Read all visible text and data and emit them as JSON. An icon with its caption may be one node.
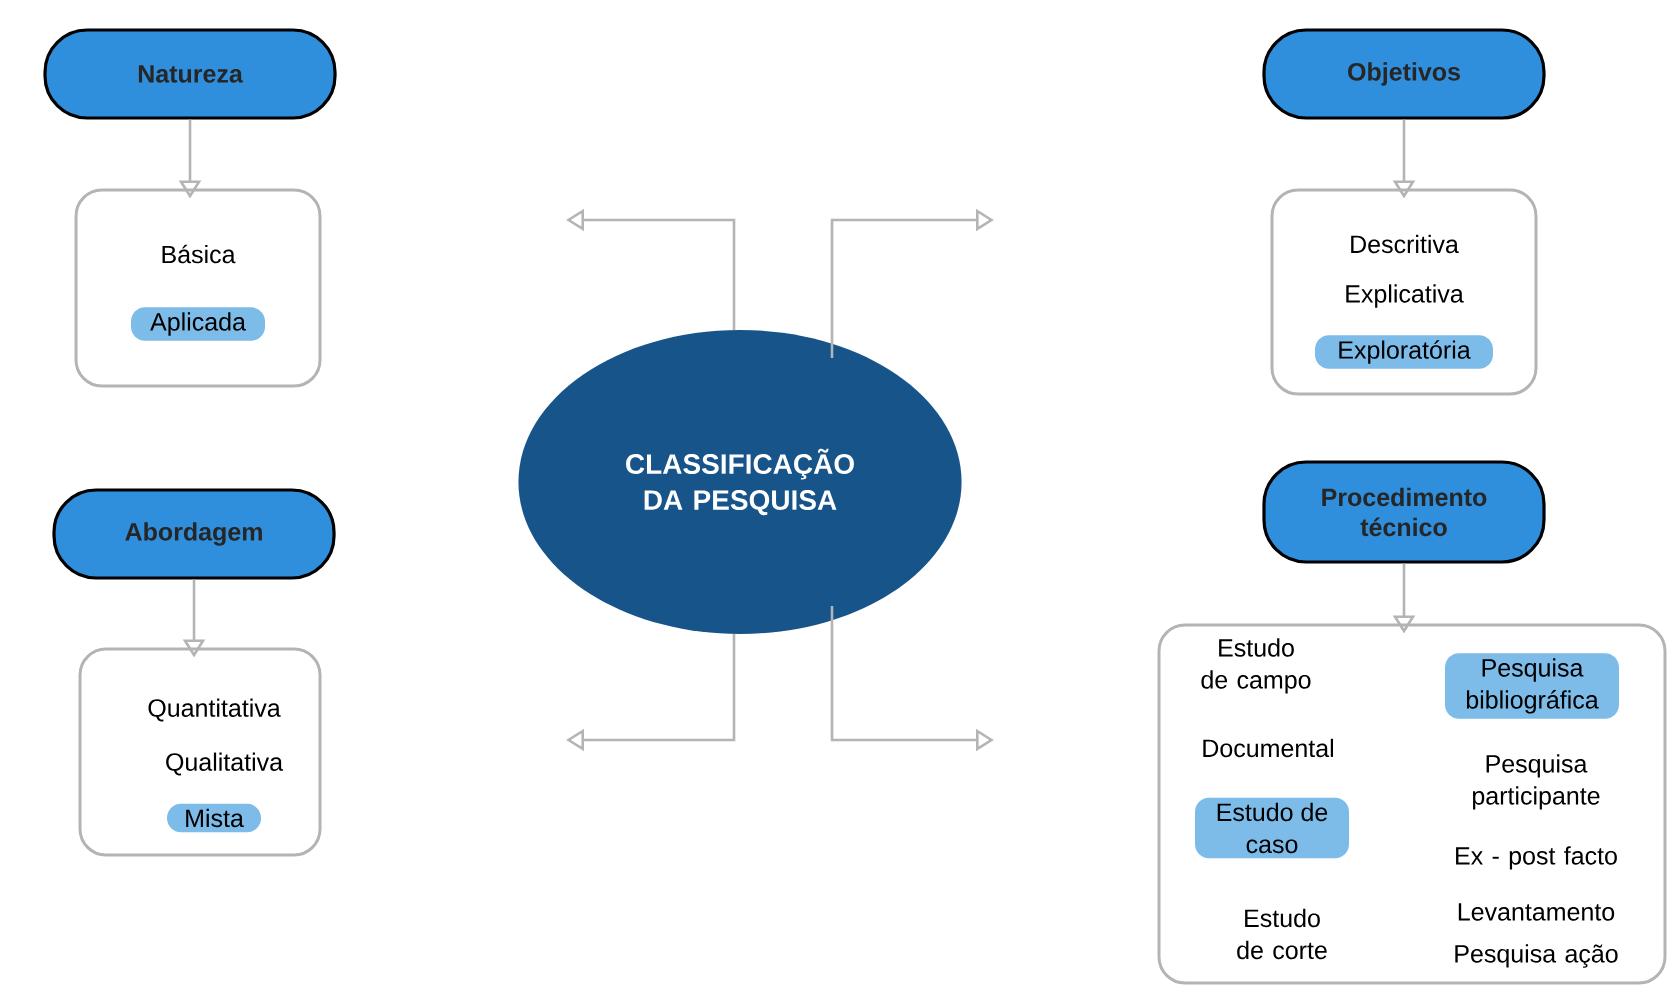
{
  "diagram": {
    "nodes": [
      {
        "text": [
          "CLASSIFICAÇÃO DA PESQUISA"
        ]
      },
      {
        "text": [
          "Natureza"
        ]
      },
      {
        "text": [
          "Básica"
        ]
      },
      {
        "text": [
          "Aplicada"
        ],
        "in": 2
      },
      {
        "text": [
          "Abordagem"
        ]
      },
      {
        "text": [
          "Quantitativa",
          "Qualitativa"
        ]
      },
      {
        "text": [
          "Mista"
        ],
        "in": 5
      },
      {
        "text": [
          "Objetivos"
        ]
      },
      {
        "text": [
          "Descritiva",
          "Explicativa"
        ]
      },
      {
        "text": [
          "Exploratória"
        ],
        "in": 8
      },
      {
        "text": [
          "Procedimento técnico"
        ]
      },
      {
        "text": [
          "Estudo de campo",
          "Documental",
          "Estudo de corte",
          "Pesquisa participante",
          "Ex - post facto",
          "Levantamento",
          "Pesquisa ação"
        ]
      },
      {
        "text": [
          "Pesquisa bibliográfica"
        ],
        "in": 11
      },
      {
        "text": [
          "Estudo de caso"
        ],
        "in": 11
      }
    ],
    "edges": [
      {
        "from": 0,
        "to": null,
        "arrow": "to"
      },
      {
        "from": 0,
        "to": null,
        "arrow": "to"
      },
      {
        "from": 0,
        "to": null,
        "arrow": "to"
      },
      {
        "from": 0,
        "to": null,
        "arrow": "to"
      },
      {
        "from": 1,
        "to": 2,
        "arrow": "to"
      },
      {
        "from": 4,
        "to": 5,
        "arrow": "to"
      },
      {
        "from": 7,
        "to": 8,
        "arrow": "to"
      },
      {
        "from": 10,
        "to": 11,
        "arrow": "to"
      }
    ]
  }
}
